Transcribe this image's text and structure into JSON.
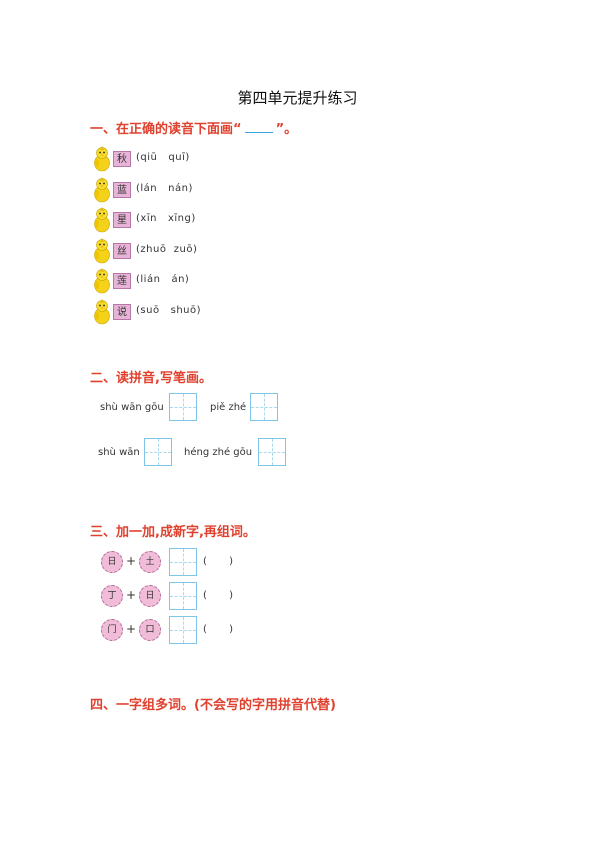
{
  "title": "第四单元提升练习",
  "section1": {
    "heading_pre": "一、在正确的读音下面画",
    "heading_quote_open": "“",
    "heading_quote_close": "”。",
    "items": [
      {
        "char": "秋",
        "pinyin": "(qiū   quī)"
      },
      {
        "char": "蓝",
        "pinyin": "(lán   nán)"
      },
      {
        "char": "星",
        "pinyin": "(xīn   xīng)"
      },
      {
        "char": "丝",
        "pinyin": "(zhuō  zuō)"
      },
      {
        "char": "莲",
        "pinyin": "(lián   án)"
      },
      {
        "char": "说",
        "pinyin": "(suō   shuō)"
      }
    ]
  },
  "section2": {
    "heading": "二、读拼音,写笔画。",
    "items": [
      {
        "pinyin": "shù wān gōu"
      },
      {
        "pinyin": "piě zhé"
      },
      {
        "pinyin": "shù wān"
      },
      {
        "pinyin": "héng zhé gōu"
      }
    ]
  },
  "section3": {
    "heading": "三、加一加,成新字,再组词。",
    "plus": "+",
    "paren": "(       )",
    "rows": [
      {
        "a": "日",
        "b": "土"
      },
      {
        "a": "丁",
        "b": "日"
      },
      {
        "a": "门",
        "b": "口"
      }
    ]
  },
  "section4": {
    "heading": "四、一字组多词。(不会写的字用拼音代替)"
  },
  "colors": {
    "heading": "#e0412e",
    "grid": "#7ec6e8",
    "char_box": "#e7b3d7",
    "flower": "#f0bcd8",
    "chick": "#f5d21a"
  }
}
